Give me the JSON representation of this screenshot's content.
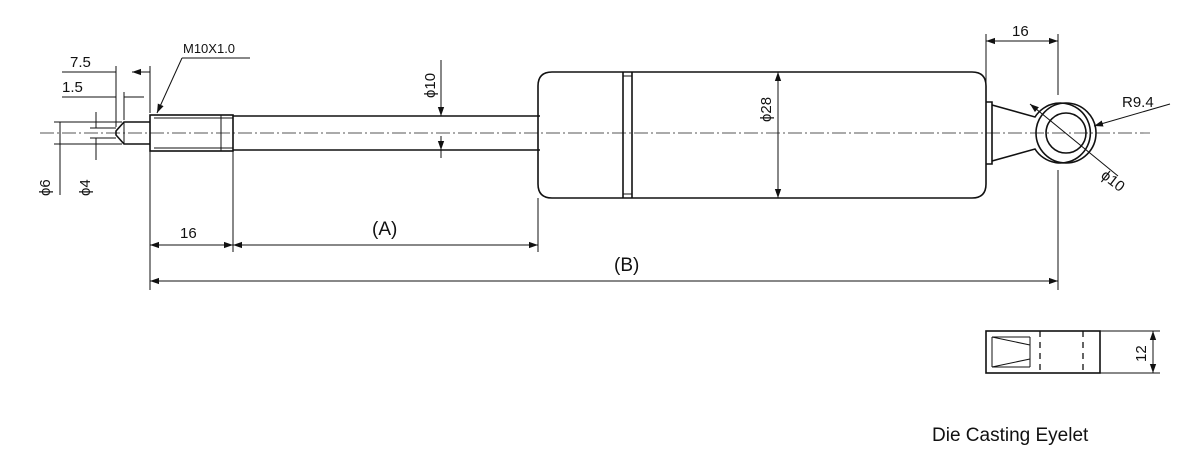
{
  "labels": {
    "thread": "M10X1.0",
    "dim_7_5": "7.5",
    "dim_1_5": "1.5",
    "dia_6": "ϕ6",
    "dia_4": "ϕ4",
    "rod_dia": "ϕ10",
    "body_dia": "ϕ28",
    "eyelet_width": "16",
    "eyelet_radius": "R9.4",
    "eyelet_hole": "ϕ10",
    "thread_length": "16",
    "stroke": "(A)",
    "overall_length": "(B)",
    "eyelet_thickness": "12",
    "caption": "Die Casting Eyelet"
  }
}
